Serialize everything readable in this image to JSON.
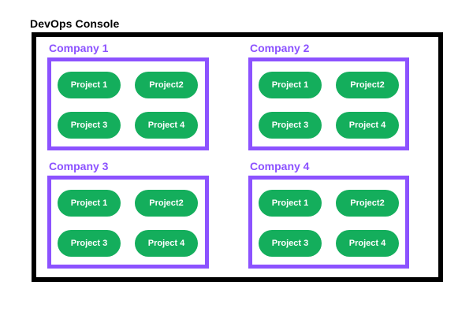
{
  "title": "DevOps Console",
  "colors": {
    "frame_border": "#000000",
    "company_accent": "#8c52ff",
    "project_green": "#14ae5c",
    "project_text": "#ffffff",
    "background": "#ffffff"
  },
  "companies": [
    {
      "name": "Company 1",
      "projects": [
        "Project 1",
        "Project2",
        "Project 3",
        "Project 4"
      ]
    },
    {
      "name": "Company 2",
      "projects": [
        "Project 1",
        "Project2",
        "Project 3",
        "Project 4"
      ]
    },
    {
      "name": "Company 3",
      "projects": [
        "Project 1",
        "Project2",
        "Project 3",
        "Project 4"
      ]
    },
    {
      "name": "Company 4",
      "projects": [
        "Project 1",
        "Project2",
        "Project 3",
        "Project 4"
      ]
    }
  ]
}
